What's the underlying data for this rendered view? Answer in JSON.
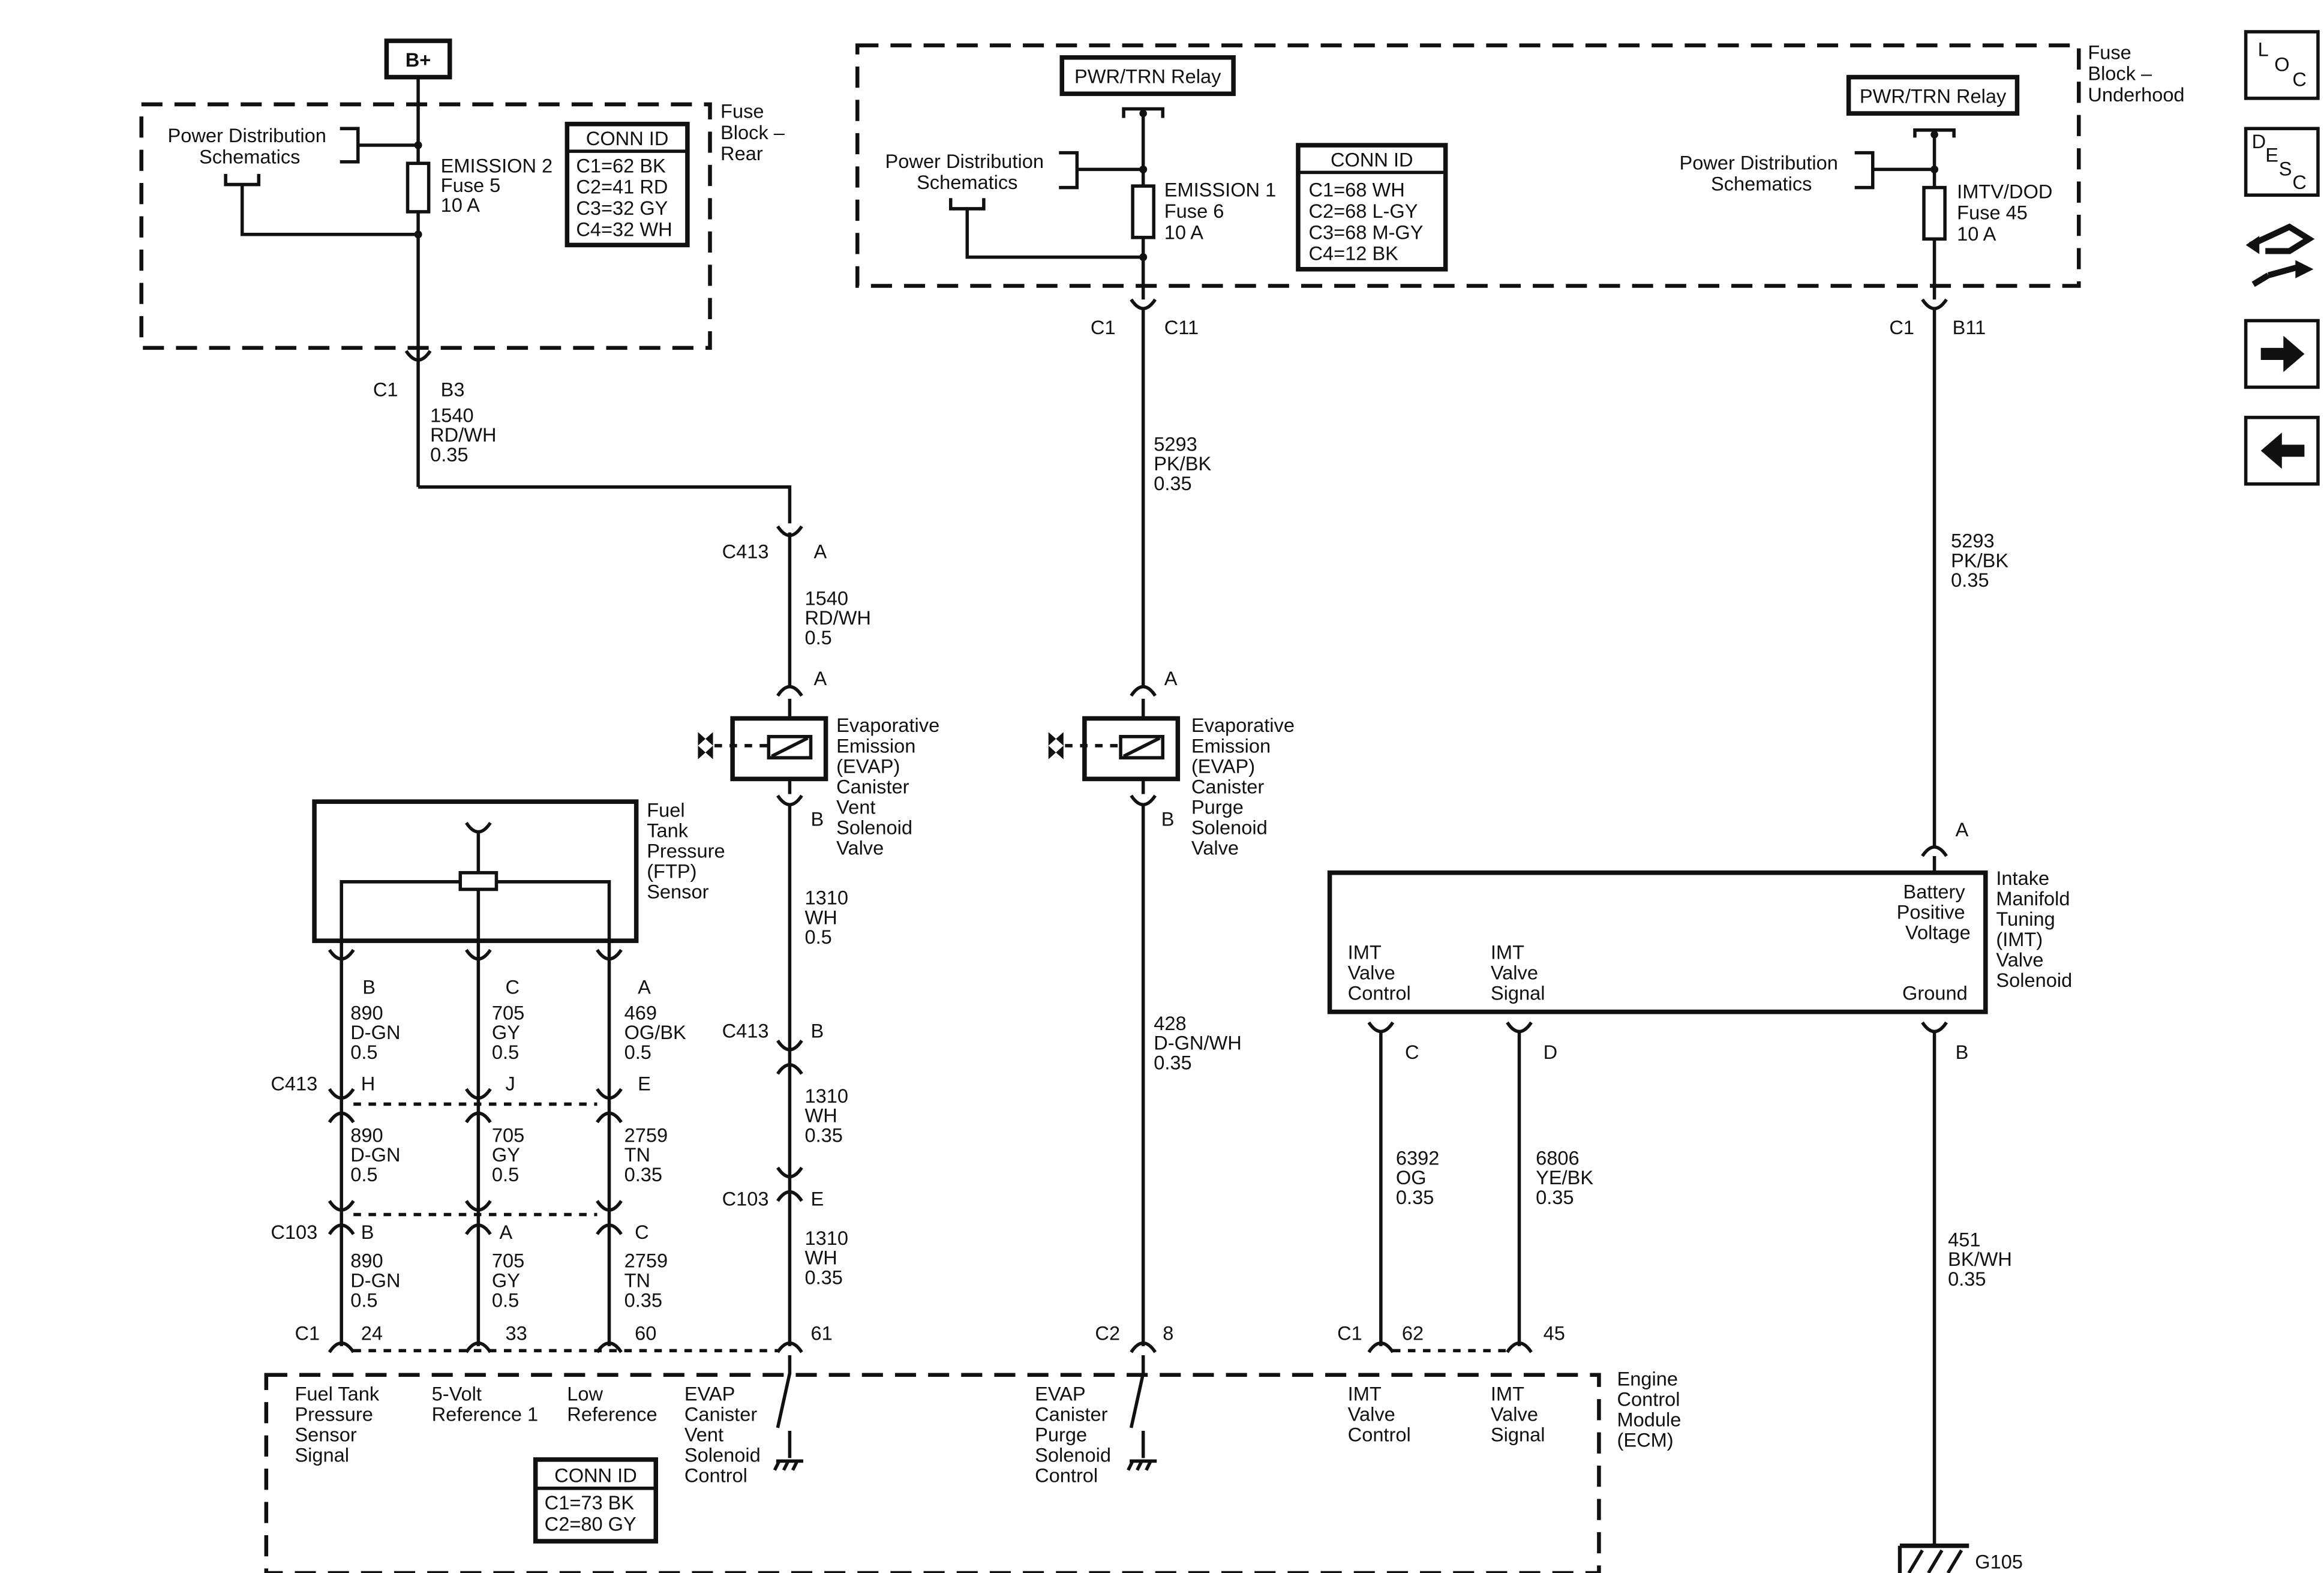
{
  "battery": "B+",
  "fuse_block_rear": {
    "title": [
      "Fuse",
      "Block –",
      "Rear"
    ],
    "power_dist": [
      "Power Distribution",
      "Schematics"
    ],
    "fuse": [
      "EMISSION 2",
      "Fuse 5",
      "10 A"
    ],
    "conn_id": {
      "title": "CONN ID",
      "rows": [
        "C1=62 BK",
        "C2=41 RD",
        "C3=32 GY",
        "C4=32 WH"
      ]
    }
  },
  "fuse_block_underhood": {
    "title": [
      "Fuse",
      "Block –",
      "Underhood"
    ],
    "relay1": "PWR/TRN Relay",
    "relay2": "PWR/TRN Relay",
    "power_dist1": [
      "Power Distribution",
      "Schematics"
    ],
    "power_dist2": [
      "Power Distribution",
      "Schematics"
    ],
    "fuse1": [
      "EMISSION 1",
      "Fuse 6",
      "10 A"
    ],
    "fuse2": [
      "IMTV/DOD",
      "Fuse 45",
      "10 A"
    ],
    "conn_id": {
      "title": "CONN ID",
      "rows": [
        "C1=68 WH",
        "C2=68 L-GY",
        "C3=68 M-GY",
        "C4=12 BK"
      ]
    }
  },
  "connectors": {
    "rear_c1": "C1",
    "rear_b3": "B3",
    "uh_c1_a": "C1",
    "uh_c11": "C11",
    "uh_c1_b": "C1",
    "uh_b11": "B11",
    "c413": "C413",
    "c103": "C103",
    "ecm_c1": "C1",
    "ecm_c2": "C2",
    "imt_c1": "C1",
    "pin_a": "A",
    "pin_b": "B",
    "pin_c": "C",
    "pin_d": "D",
    "pin_e": "E",
    "pin_h": "H",
    "pin_j": "J",
    "p24": "24",
    "p33": "33",
    "p60": "60",
    "p61": "61",
    "p8": "8",
    "p62": "62",
    "p45": "45"
  },
  "wires": {
    "w1540a": [
      "1540",
      "RD/WH",
      "0.35"
    ],
    "w1540b": [
      "1540",
      "RD/WH",
      "0.5"
    ],
    "w5293a": [
      "5293",
      "PK/BK",
      "0.35"
    ],
    "w5293b": [
      "5293",
      "PK/BK",
      "0.35"
    ],
    "w1310a": [
      "1310",
      "WH",
      "0.5"
    ],
    "w1310b": [
      "1310",
      "WH",
      "0.35"
    ],
    "w1310c": [
      "1310",
      "WH",
      "0.35"
    ],
    "w428": [
      "428",
      "D-GN/WH",
      "0.35"
    ],
    "w890a": [
      "890",
      "D-GN",
      "0.5"
    ],
    "w705a": [
      "705",
      "GY",
      "0.5"
    ],
    "w469": [
      "469",
      "OG/BK",
      "0.5"
    ],
    "w890b": [
      "890",
      "D-GN",
      "0.5"
    ],
    "w705b": [
      "705",
      "GY",
      "0.5"
    ],
    "w2759a": [
      "2759",
      "TN",
      "0.35"
    ],
    "w890c": [
      "890",
      "D-GN",
      "0.5"
    ],
    "w705c": [
      "705",
      "GY",
      "0.5"
    ],
    "w2759b": [
      "2759",
      "TN",
      "0.35"
    ],
    "w6392": [
      "6392",
      "OG",
      "0.35"
    ],
    "w6806": [
      "6806",
      "YE/BK",
      "0.35"
    ],
    "w451": [
      "451",
      "BK/WH",
      "0.35"
    ]
  },
  "components": {
    "vent": [
      "Evaporative",
      "Emission",
      "(EVAP)",
      "Canister",
      "Vent",
      "Solenoid",
      "Valve"
    ],
    "purge": [
      "Evaporative",
      "Emission",
      "(EVAP)",
      "Canister",
      "Purge",
      "Solenoid",
      "Valve"
    ],
    "ftp": [
      "Fuel",
      "Tank",
      "Pressure",
      "(FTP)",
      "Sensor"
    ],
    "imt": [
      "Intake",
      "Manifold",
      "Tuning",
      "(IMT)",
      "Valve",
      "Solenoid"
    ],
    "imt_bpv": [
      "Battery",
      "Positive",
      "Voltage"
    ],
    "imt_ctrl": [
      "IMT",
      "Valve",
      "Control"
    ],
    "imt_sig": [
      "IMT",
      "Valve",
      "Signal"
    ],
    "imt_gnd": "Ground"
  },
  "ecm": {
    "title": [
      "Engine",
      "Control",
      "Module",
      "(ECM)"
    ],
    "ftp_signal": [
      "Fuel Tank",
      "Pressure",
      "Sensor",
      "Signal"
    ],
    "ref5v": [
      "5-Volt",
      "Reference 1"
    ],
    "low_ref": [
      "Low",
      "Reference"
    ],
    "vent_ctrl": [
      "EVAP",
      "Canister",
      "Vent",
      "Solenoid",
      "Control"
    ],
    "purge_ctrl": [
      "EVAP",
      "Canister",
      "Purge",
      "Solenoid",
      "Control"
    ],
    "imt_ctrl": [
      "IMT",
      "Valve",
      "Control"
    ],
    "imt_sig": [
      "IMT",
      "Valve",
      "Signal"
    ],
    "conn_id": {
      "title": "CONN ID",
      "rows": [
        "C1=73 BK",
        "C2=80 GY"
      ]
    }
  },
  "ground": "G105",
  "nav": {
    "loc": [
      "L",
      "O",
      "C"
    ],
    "desc": [
      "D",
      "E",
      "S",
      "C"
    ]
  }
}
